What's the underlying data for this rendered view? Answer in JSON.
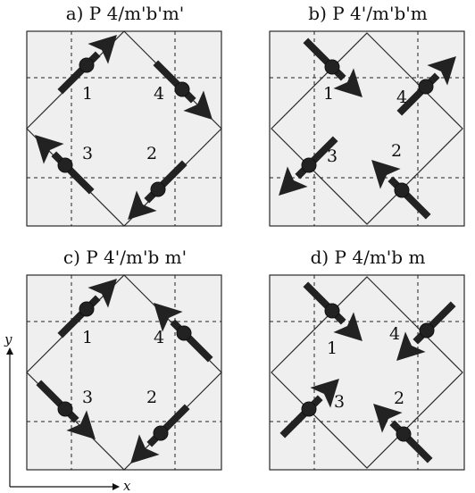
{
  "colors": {
    "cell_fill": "#efefef",
    "ink": "#2a2a2a"
  },
  "axes": {
    "x_label": "x",
    "y_label": "y"
  },
  "panels": [
    {
      "title": "a) P 4/m'b'm'",
      "sites": [
        {
          "label": "1",
          "spin": "up-right"
        },
        {
          "label": "4",
          "spin": "down-right"
        },
        {
          "label": "3",
          "spin": "up-left"
        },
        {
          "label": "2",
          "spin": "down-left"
        }
      ]
    },
    {
      "title": "b) P 4'/m'b'm",
      "sites": [
        {
          "label": "1",
          "spin": "down-right"
        },
        {
          "label": "4",
          "spin": "up-right"
        },
        {
          "label": "3",
          "spin": "down-left"
        },
        {
          "label": "2",
          "spin": "up-left"
        }
      ]
    },
    {
      "title": "c) P 4'/m'b m'",
      "sites": [
        {
          "label": "1",
          "spin": "up-right"
        },
        {
          "label": "4",
          "spin": "up-left"
        },
        {
          "label": "3",
          "spin": "down-right"
        },
        {
          "label": "2",
          "spin": "down-left"
        }
      ]
    },
    {
      "title": "d) P 4/m'b m",
      "sites": [
        {
          "label": "1",
          "spin": "down-right"
        },
        {
          "label": "4",
          "spin": "down-left"
        },
        {
          "label": "3",
          "spin": "up-right"
        },
        {
          "label": "2",
          "spin": "up-left"
        }
      ]
    }
  ]
}
